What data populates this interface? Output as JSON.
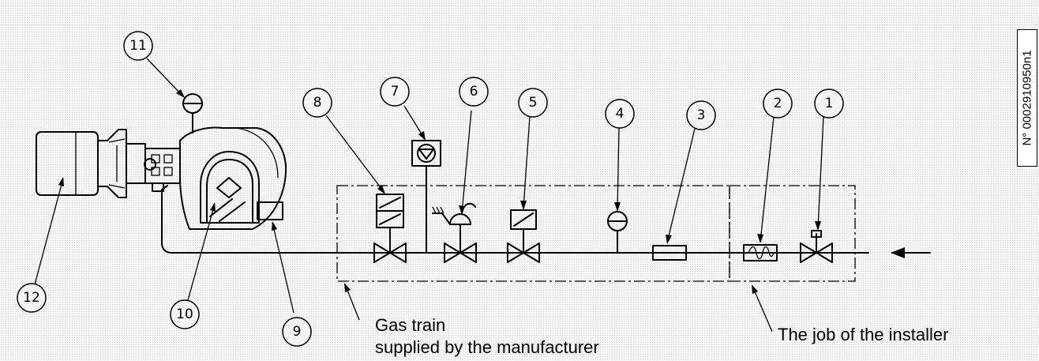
{
  "drawing_number": "N° 0002910950n1",
  "captions": {
    "gas_train_line1": "Gas train",
    "gas_train_line2": "supplied by the manufacturer",
    "installer": "The job of the installer"
  },
  "callouts": [
    "1",
    "2",
    "3",
    "4",
    "5",
    "6",
    "7",
    "8",
    "9",
    "10",
    "11",
    "12"
  ]
}
